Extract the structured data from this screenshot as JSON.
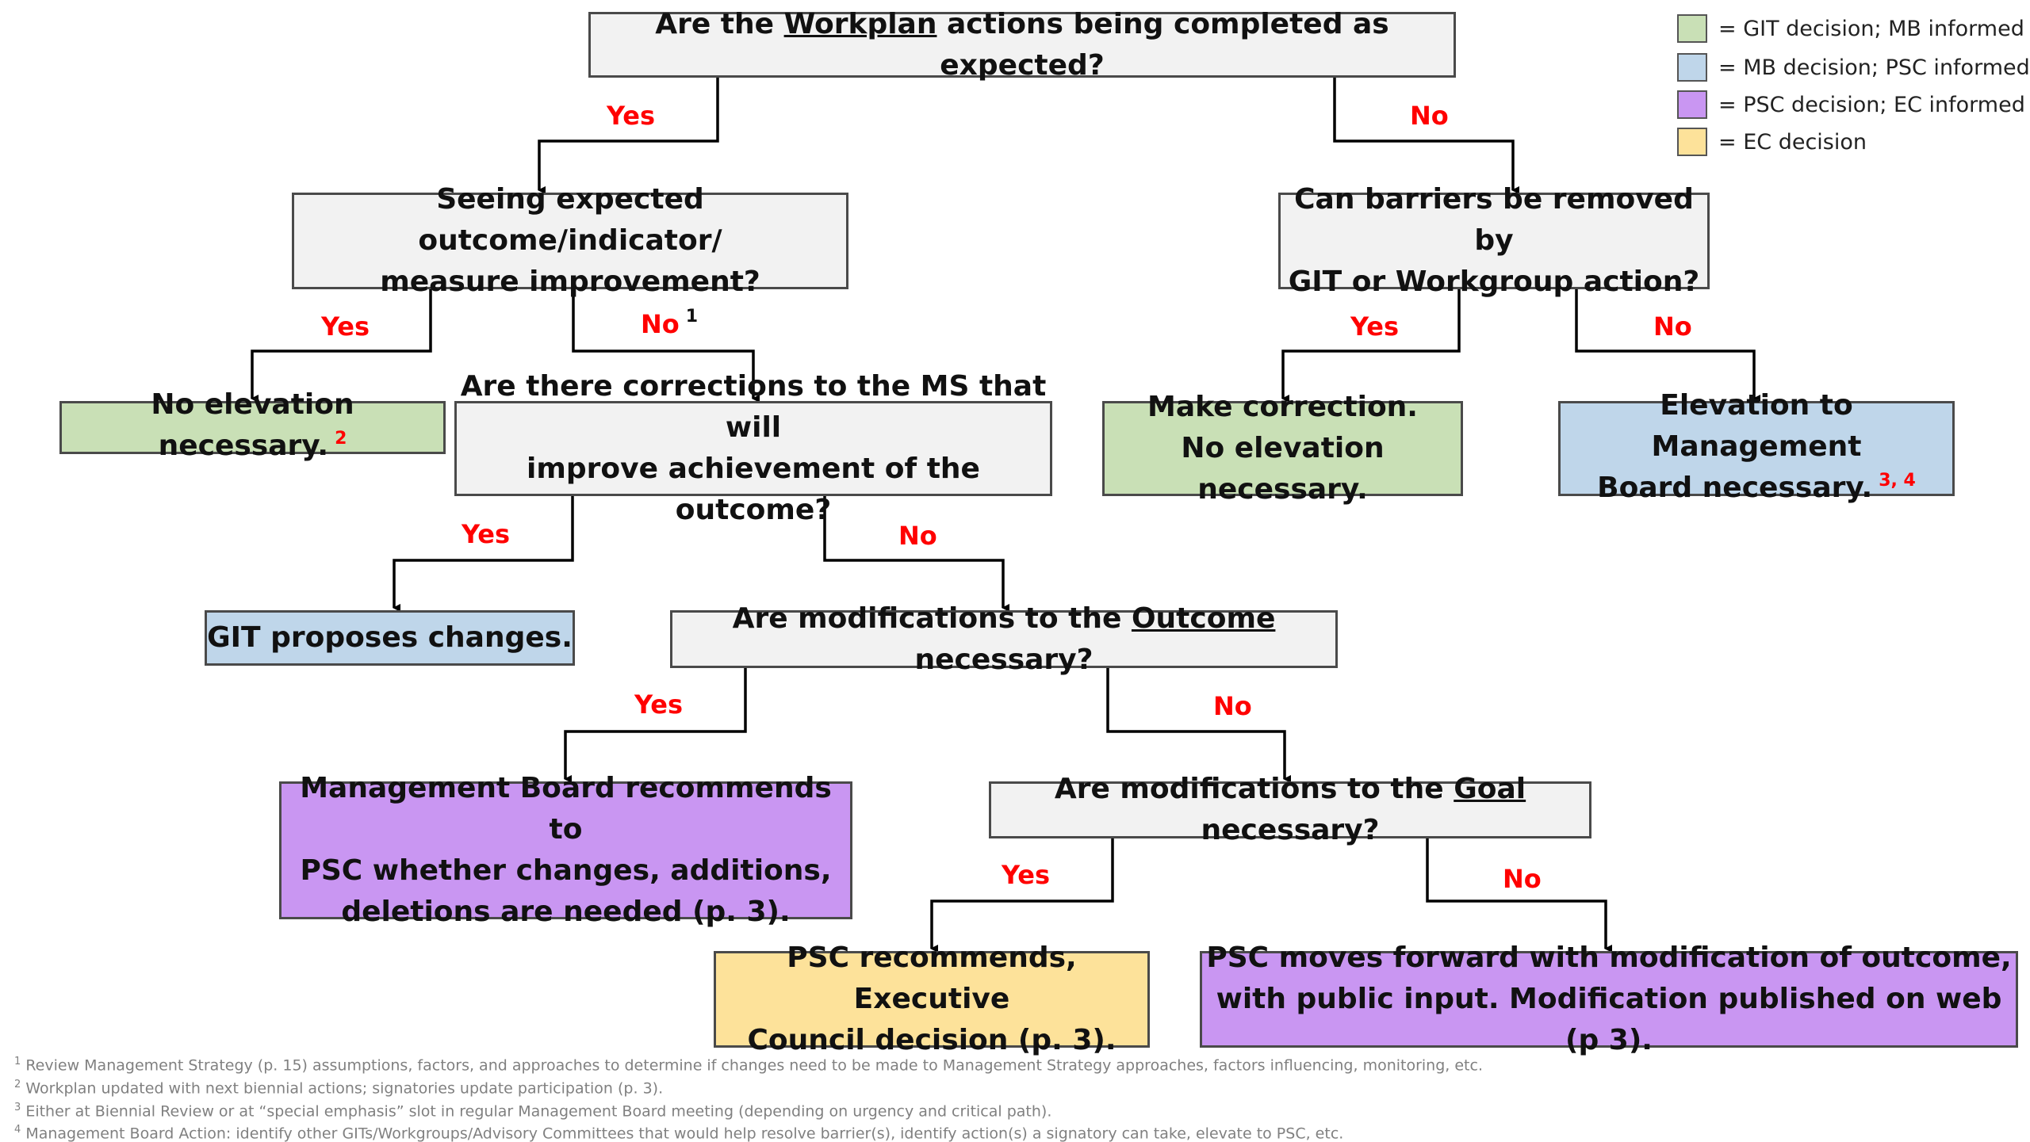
{
  "boxes": {
    "q1": {
      "pre": "Are the ",
      "u": "Workplan",
      "post": " actions being completed as expected?"
    },
    "q2": {
      "line1": "Seeing expected outcome/indicator/",
      "line2": "measure improvement?"
    },
    "q3": {
      "line1": "Can barriers be removed by",
      "line2": "GIT or Workgroup action?"
    },
    "no_elevation": {
      "text": "No elevation necessary.",
      "sup": "2"
    },
    "q4": {
      "line1": "Are there corrections to the MS that will",
      "line2": "improve achievement of the outcome?"
    },
    "make_correction": {
      "line1": "Make correction.",
      "line2": "No elevation necessary."
    },
    "elevation_mb": {
      "line1": "Elevation to Management",
      "line2": "Board necessary.",
      "sup": "3, 4"
    },
    "git_proposes": {
      "text": "GIT proposes changes."
    },
    "q5": {
      "pre": "Are modifications to the ",
      "u": "Outcome",
      "post": " necessary?"
    },
    "mb_recommends": {
      "line1": "Management Board recommends to",
      "line2": "PSC whether changes, additions,",
      "line3": "deletions are needed (p. 3)."
    },
    "q6": {
      "pre": "Are modifications to the ",
      "u": "Goal",
      "post": " necessary?"
    },
    "psc_recommends": {
      "line1": "PSC recommends, Executive",
      "line2": "Council decision (p. 3)."
    },
    "psc_moves": {
      "line1": "PSC moves forward with modification of outcome,",
      "line2": "with public input. Modification published on web (p 3)."
    }
  },
  "labels": {
    "yes": "Yes",
    "no": "No",
    "no_sup": "1"
  },
  "legend": [
    {
      "color": "#c9e0b6",
      "text": "= GIT decision; MB informed"
    },
    {
      "color": "#bfd6ea",
      "text": "= MB decision; PSC informed"
    },
    {
      "color": "#c996f2",
      "text": "= PSC decision; EC informed"
    },
    {
      "color": "#fde29a",
      "text": "= EC decision"
    }
  ],
  "footnotes": [
    {
      "n": "1",
      "text": "Review Management Strategy (p. 15) assumptions, factors, and approaches to determine if changes need to be made to Management Strategy approaches, factors influencing, monitoring, etc."
    },
    {
      "n": "2",
      "text": "Workplan updated with next biennial actions; signatories update participation (p. 3)."
    },
    {
      "n": "3",
      "text": "Either at Biennial Review or at “special emphasis” slot in regular Management Board meeting (depending on urgency and critical path)."
    },
    {
      "n": "4",
      "text": "Management Board Action: identify other GITs/Workgroups/Advisory Committees that would help resolve barrier(s), identify action(s) a signatory can take, elevate to PSC, etc."
    }
  ],
  "colors": {
    "green": "#c9e0b6",
    "blue": "#bfd6ea",
    "purple": "#c996f2",
    "yellow": "#fde29a",
    "question": "#f2f2f2",
    "label_red": "#ff0000"
  }
}
